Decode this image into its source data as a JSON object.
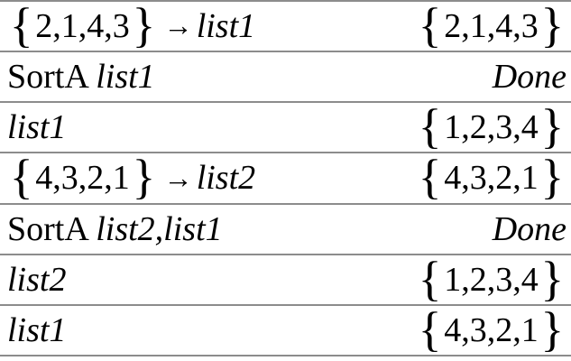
{
  "colors": {
    "background": "#ffffff",
    "divider": "#8c8c8c",
    "text": "#000000"
  },
  "history": {
    "rows": [
      {
        "input": [
          {
            "style": "brace",
            "text": "{"
          },
          {
            "style": "roman",
            "text": "2,1,4,3"
          },
          {
            "style": "brace",
            "text": "}"
          },
          {
            "style": "arrow",
            "text": "→"
          },
          {
            "style": "italic",
            "text": "list1"
          }
        ],
        "output": [
          {
            "style": "brace",
            "text": "{"
          },
          {
            "style": "roman",
            "text": "2,1,4,3"
          },
          {
            "style": "brace",
            "text": "}"
          }
        ]
      },
      {
        "input": [
          {
            "style": "roman",
            "text": "SortA "
          },
          {
            "style": "italic",
            "text": "list1"
          }
        ],
        "output": [
          {
            "style": "italic",
            "text": "Done"
          }
        ]
      },
      {
        "input": [
          {
            "style": "italic",
            "text": "list1"
          }
        ],
        "output": [
          {
            "style": "brace",
            "text": "{"
          },
          {
            "style": "roman",
            "text": "1,2,3,4"
          },
          {
            "style": "brace",
            "text": "}"
          }
        ]
      },
      {
        "input": [
          {
            "style": "brace",
            "text": "{"
          },
          {
            "style": "roman",
            "text": "4,3,2,1"
          },
          {
            "style": "brace",
            "text": "}"
          },
          {
            "style": "arrow",
            "text": "→"
          },
          {
            "style": "italic",
            "text": "list2"
          }
        ],
        "output": [
          {
            "style": "brace",
            "text": "{"
          },
          {
            "style": "roman",
            "text": "4,3,2,1"
          },
          {
            "style": "brace",
            "text": "}"
          }
        ]
      },
      {
        "input": [
          {
            "style": "roman",
            "text": "SortA "
          },
          {
            "style": "italic",
            "text": "list2,list1"
          }
        ],
        "output": [
          {
            "style": "italic",
            "text": "Done"
          }
        ]
      },
      {
        "input": [
          {
            "style": "italic",
            "text": "list2"
          }
        ],
        "output": [
          {
            "style": "brace",
            "text": "{"
          },
          {
            "style": "roman",
            "text": "1,2,3,4"
          },
          {
            "style": "brace",
            "text": "}"
          }
        ]
      },
      {
        "input": [
          {
            "style": "italic",
            "text": "list1"
          }
        ],
        "output": [
          {
            "style": "brace",
            "text": "{"
          },
          {
            "style": "roman",
            "text": "4,3,2,1"
          },
          {
            "style": "brace",
            "text": "}"
          }
        ]
      }
    ]
  }
}
